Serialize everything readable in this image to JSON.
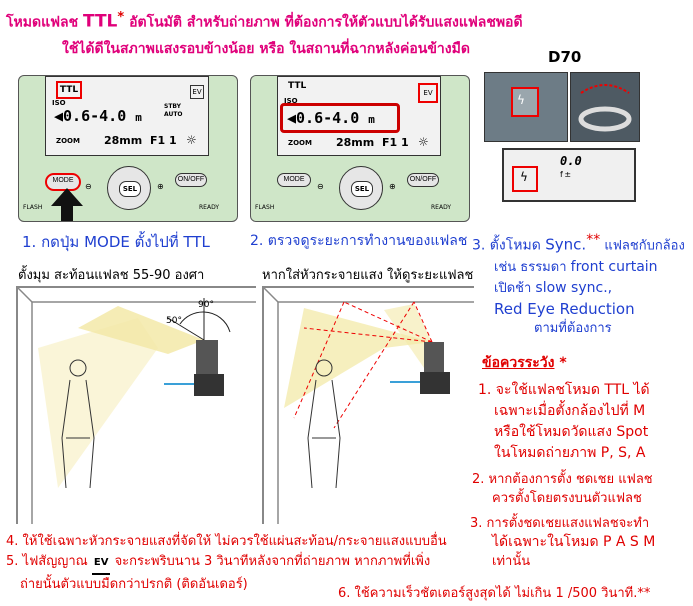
{
  "title": {
    "line1_a": "โหมดแฟลช ",
    "line1_ttl": "TTL",
    "line1_star": "*",
    "line1_b": " อัตโนมัติ สำหรับถ่ายภาพ ที่ต้องการให้ตัวแบบได้รับแสงแฟลชพอดี",
    "line2": "ใช้ได้ดีในสภาพแสงรอบข้างน้อย หรือ ในสถานที่ฉากหลังค่อนข้างมืด"
  },
  "flash_panel": {
    "ttl": "TTL",
    "iso": "ISO",
    "range": "0.6-4.0",
    "unit": "m",
    "zoom_label": "ZOOM",
    "zoom_value": "28mm",
    "aperture": "F1 1",
    "stby": "STBY",
    "auto": "AUTO",
    "ev": "EV",
    "btn_mode": "MODE",
    "btn_onoff": "ON/OFF",
    "btn_flash": "FLASH",
    "btn_sel": "SEL",
    "btn_ready": "READY",
    "btn_plus": "⊕",
    "btn_minus": "⊖"
  },
  "camera_label": "D70",
  "lcd_value": "0.0",
  "lcd_sub": "f ±",
  "steps": {
    "s1": "1. กดปุ่ม MODE ตั้งไปที่ TTL",
    "s2": "2. ตรวจดูระยะการทำงานของแฟลช",
    "s3_a": "3. ตั้งโหมด ",
    "s3_sync": "Sync.",
    "s3_stars": "**",
    "s3_b": " แฟลชกับกล้อง",
    "s3_line2_a": "เช่น ธรรมดา ",
    "s3_line2_b": "front curtain",
    "s3_line3_a": "เปิดช้า ",
    "s3_line3_b": "slow sync.,",
    "s3_line4": "Red Eye Reduction",
    "s3_line5": "ตามที่ต้องการ"
  },
  "bounce": {
    "left_caption": "ตั้งมุม สะท้อนแฟลช  55-90 องศา",
    "right_caption": "หากใส่หัวกระจายแสง ให้ดูระยะแฟลช",
    "angle_90": "90°",
    "angle_50": "50°"
  },
  "cautions": {
    "heading": "ข้อควรระวัง",
    "heading_star": "*",
    "c1_line1": "1. จะใช้แฟลชโหมด TTL ได้",
    "c1_line2": "เฉพาะเมื่อตั้งกล้องไปที่ M",
    "c1_line3": "หรือใช้โหมดวัดแสง Spot",
    "c1_line4": "ในโหมดถ่ายภาพ P, S, A",
    "c2_line1": "2. หากต้องการตั้ง ชดเชย แฟลช",
    "c2_line2": "ควรตั้งโดยตรงบนตัวแฟลช",
    "c3_line1": "3. การตั้งชดเชยแสงแฟลชจะทำ",
    "c3_line2": "ได้เฉพาะในโหมด P A S M",
    "c3_line3": "เท่านั้น"
  },
  "notes": {
    "n4": "4. ให้ใช้เฉพาะหัวกระจายแสงที่จัดให้ ไม่ควรใช้แผ่นสะท้อน/กระจายแสงแบบอื่น",
    "n5_a": "5. ไฟสัญญาณ ",
    "n5_icon": "EV",
    "n5_b": " จะกระพริบนาน 3 วินาทีหลังจากที่ถ่ายภาพ หากภาพที่เพิ่ง",
    "n5_line2": "ถ่ายนั้นตัวแบบมืดกว่าปรกติ (ติดอันเดอร์)",
    "n6": "6. ใช้ความเร็วชัตเตอร์สูงสุดได้ ไม่เกิน 1 /500 วินาที.**"
  },
  "colors": {
    "title": "#e0007a",
    "red": "#e00000",
    "blue": "#1f3fd0",
    "panel": "#cfe6c8",
    "beam": "#f3e9a8"
  }
}
